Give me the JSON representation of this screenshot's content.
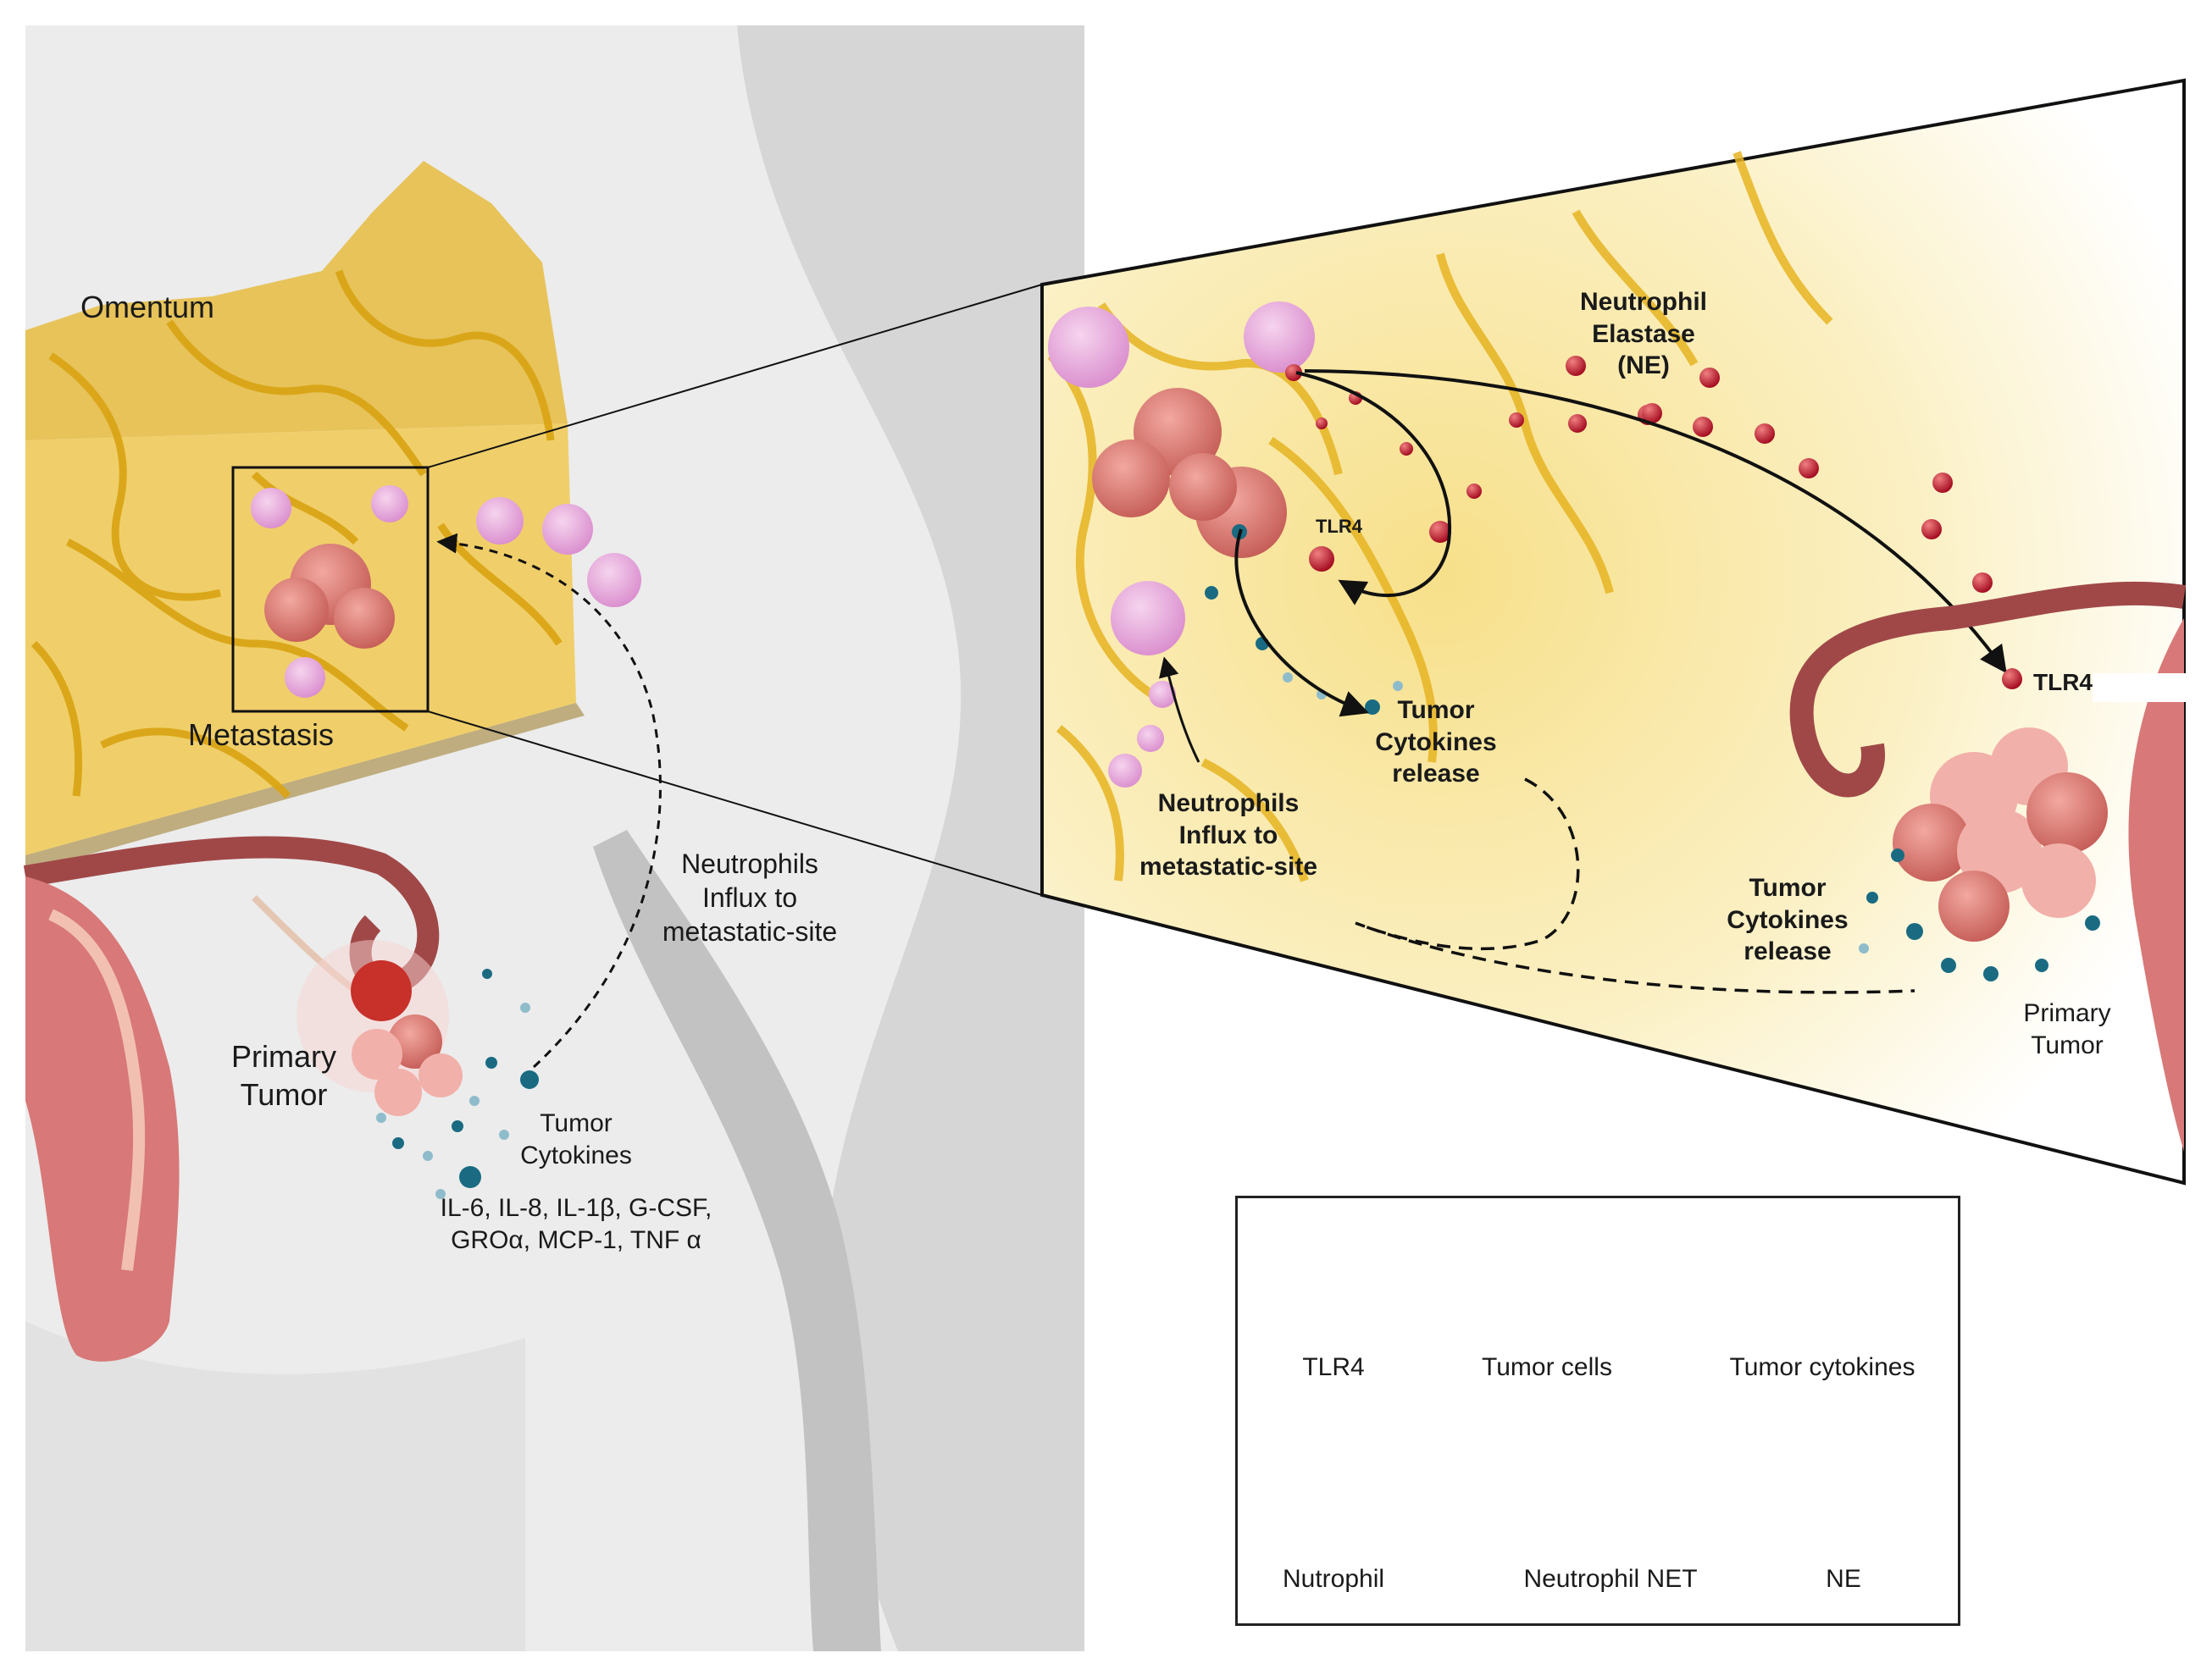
{
  "left_panel": {
    "omentum_label": "Omentum",
    "metastasis_label": "Metastasis",
    "influx_label": [
      "Neutrophils",
      "Influx to",
      "metastatic-site"
    ],
    "primary_tumor_label": [
      "Primary",
      "Tumor"
    ],
    "cytokines_label": [
      "Tumor",
      "Cytokines"
    ],
    "cytokine_list": [
      "IL-6, IL-8, IL-1β, G-CSF,",
      "GROα, MCP-1, TNF α"
    ]
  },
  "zoom_panel": {
    "elastase_label": [
      "Neutrophil",
      "Elastase",
      "(NE)"
    ],
    "tlr4_small": "TLR4",
    "tlr4_right": "TLR4",
    "cytokines_release_upper": [
      "Tumor",
      "Cytokines",
      "release"
    ],
    "influx_label": [
      "Neutrophils",
      "Influx to",
      "metastatic-site"
    ],
    "cytokines_release_lower": [
      "Tumor",
      "Cytokines",
      "release"
    ],
    "primary_tumor_label": [
      "Primary",
      "Tumor"
    ]
  },
  "legend": {
    "items": [
      {
        "label": "TLR4",
        "icon": "tlr4-receptor-icon"
      },
      {
        "label": "Tumor cells",
        "icon": "tumor-cells-icon"
      },
      {
        "label": "Tumor cytokines",
        "icon": "tumor-cytokines-icon"
      },
      {
        "label": "Nutrophil",
        "icon": "neutrophil-icon"
      },
      {
        "label": "Neutrophil NET",
        "icon": "neutrophil-net-icon"
      },
      {
        "label": "NE",
        "icon": "ne-icon"
      }
    ]
  },
  "colors": {
    "omentum": "#e8b930",
    "omentum_vessel": "#f5c518",
    "body_silhouette": "#c8c8c8",
    "neutrophil": "#e9a6d8",
    "tumor": "#d9706a",
    "ne": "#c8102e",
    "cytokine": "#1a6b82"
  }
}
